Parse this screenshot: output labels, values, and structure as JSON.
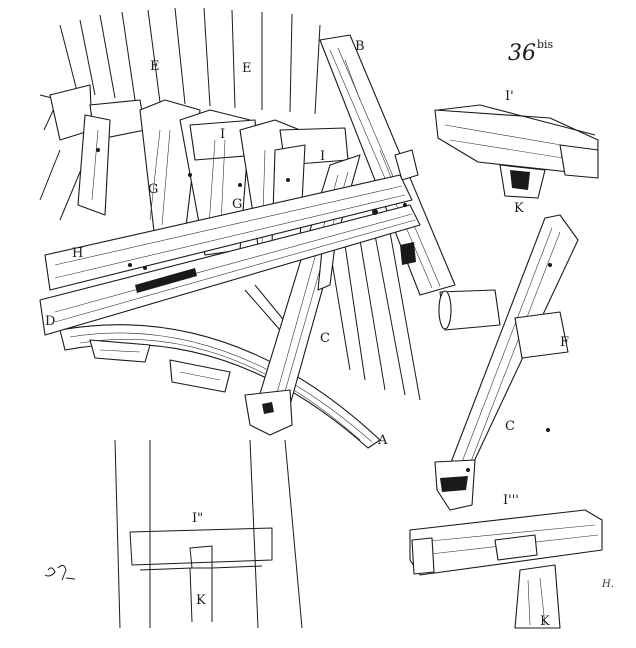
{
  "plate": {
    "number": "36",
    "suffix": "bis",
    "signature": "Ʒ.G."
  },
  "labels": {
    "A": "A",
    "B": "B",
    "C_main": "C",
    "C_detail": "C",
    "D": "D",
    "E1": "E",
    "E2": "E",
    "F": "F",
    "G1": "G",
    "G2": "G",
    "H": "H",
    "I1": "I",
    "I2": "I",
    "I_prime": "I'",
    "I_double": "I\"",
    "I_triple": "I'''",
    "K_top": "K",
    "K_mid": "K",
    "K_bottom": "K",
    "mark": "H."
  }
}
